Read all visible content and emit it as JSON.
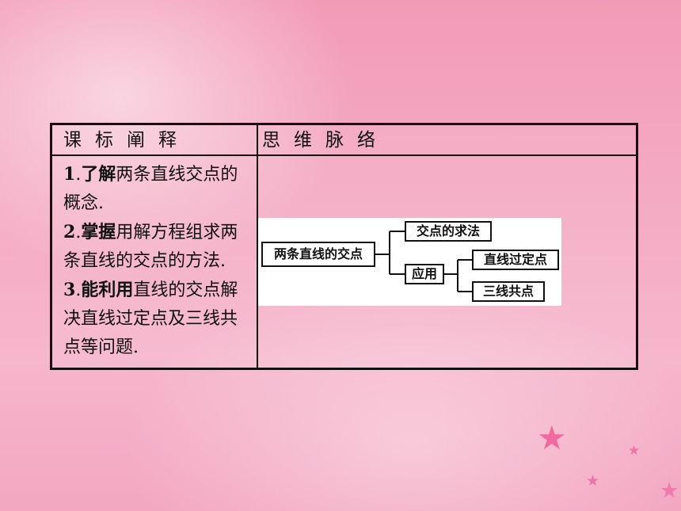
{
  "table": {
    "left_header": "课标阐释",
    "right_header": "思维脉络",
    "standards": [
      {
        "num": "1",
        "verb": "了解",
        "text": "两条直线交点的概念."
      },
      {
        "num": "2",
        "verb": "掌握",
        "text": "用解方程组求两条直线的交点的方法."
      },
      {
        "num": "3",
        "verb": "能利用",
        "text": "直线的交点解决直线过定点及三线共点等问题."
      }
    ]
  },
  "mindmap": {
    "root": "两条直线的交点",
    "method": "交点的求法",
    "application": "应用",
    "fixed_point": "直线过定点",
    "concurrent": "三线共点"
  },
  "decor": {
    "star_icon": "star-icon",
    "star_color": "#f06aa0",
    "background_color": "#f4a9c2"
  }
}
